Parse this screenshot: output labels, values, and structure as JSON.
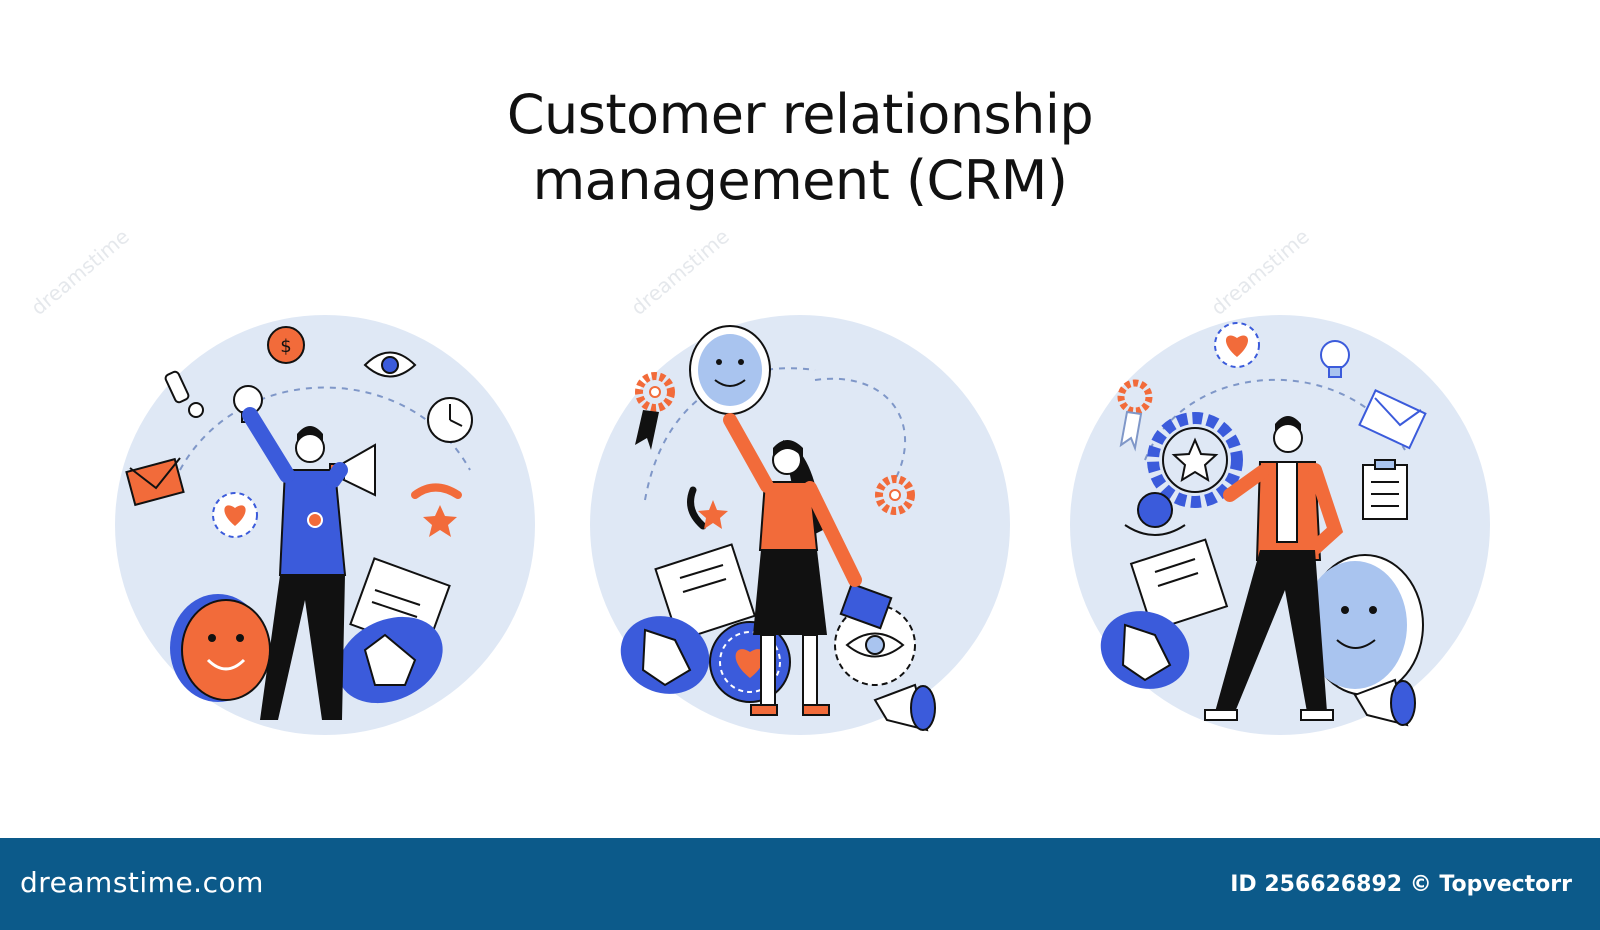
{
  "title": {
    "line1": "Customer relationship",
    "line2": "management (CRM)"
  },
  "footer": {
    "brand": "dreamstime.com",
    "id_text": "ID 256626892 © Topvectorr"
  },
  "watermarks": [
    "dreamstime",
    "dreamstime",
    "dreamstime"
  ],
  "colors": {
    "circle_bg": "#dfe8f5",
    "accent_blue": "#3b5bdb",
    "accent_orange": "#f26b3a",
    "light_blue": "#a9c4ef",
    "outline": "#111111",
    "footer_bg": "#0c5a8a"
  },
  "illustrations": [
    {
      "name": "man-with-megaphone",
      "icons": [
        "lightbulb-icon",
        "coin-icon",
        "eye-icon",
        "clock-icon",
        "envelope-icon",
        "heart-icon",
        "phone-icon",
        "star-icon",
        "smiley-icon",
        "document-icon",
        "hand-cursor-icon",
        "exclamation-icon",
        "megaphone-icon"
      ]
    },
    {
      "name": "woman-holding-smiley",
      "icons": [
        "smiley-icon",
        "gear-icon",
        "award-ribbon-icon",
        "phone-icon",
        "star-icon",
        "document-icon",
        "hand-cursor-icon",
        "heart-icon",
        "envelope-icon",
        "eye-icon",
        "megaphone-icon"
      ]
    },
    {
      "name": "man-holding-gear",
      "icons": [
        "heart-icon",
        "lightbulb-icon",
        "gear-icon",
        "envelope-icon",
        "clipboard-icon",
        "globe-in-hand-icon",
        "document-icon",
        "hand-cursor-icon",
        "smiley-icon",
        "megaphone-icon",
        "award-ribbon-icon"
      ]
    }
  ]
}
